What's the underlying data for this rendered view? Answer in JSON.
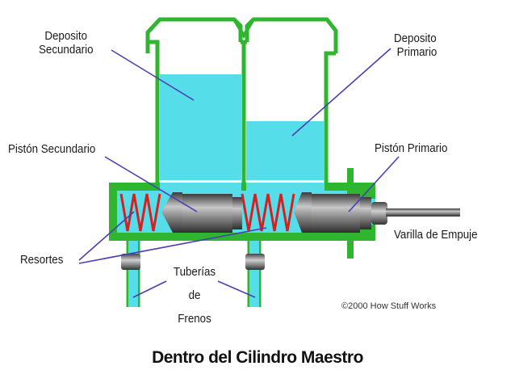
{
  "labels": {
    "deposito_secundario": [
      "Deposito",
      "Secundario"
    ],
    "deposito_primario": [
      "Deposito",
      "Primario"
    ],
    "piston_secundario": "Pistón Secundario",
    "piston_primario": "Pistón Primario",
    "varilla_de_empuje": "Varilla de Empuje",
    "resortes": "Resortes",
    "tuberias_de_frenos": [
      "Tuberías",
      "de",
      "Frenos"
    ]
  },
  "copyright": "©2000 How Stuff Works",
  "caption": "Dentro del Cilindro Maestro",
  "colors": {
    "outline_green": "#2fb52f",
    "fluid_cyan": "#55ddea",
    "piston_gray": "#6e6e6e",
    "spring_red": "#d42020",
    "pointer_line": "#4b3fb5"
  }
}
